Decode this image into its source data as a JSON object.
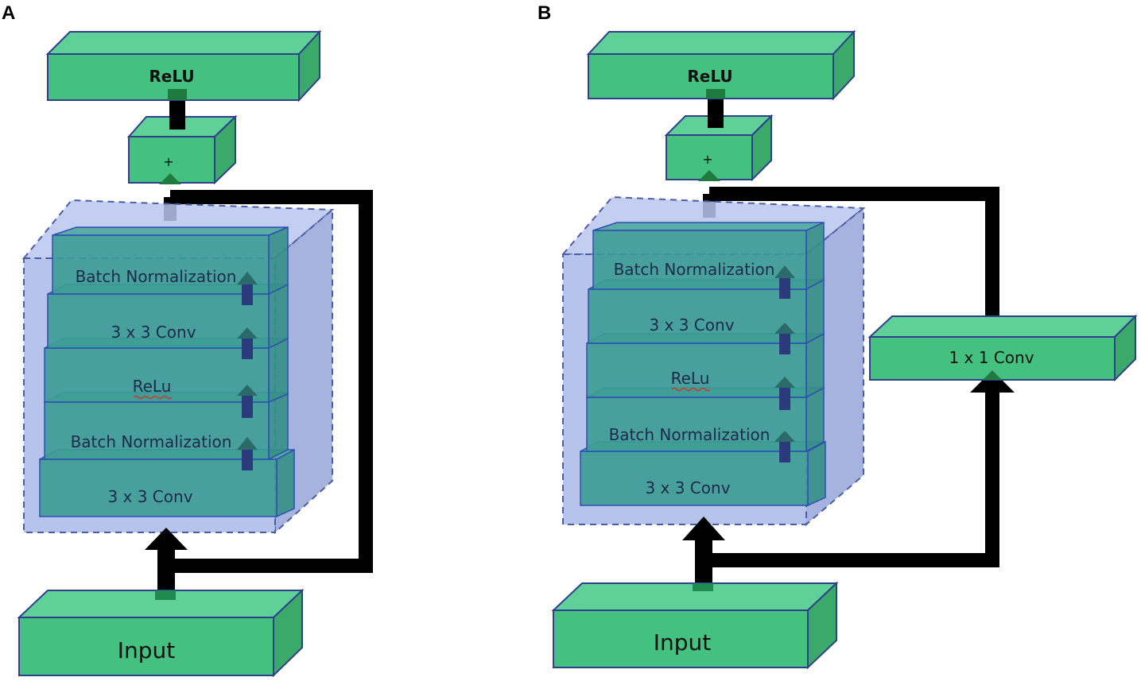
{
  "panels": [
    {
      "letter": "A",
      "output_label": "ReLU",
      "add_label": "+",
      "input_label": "Input",
      "block_layers": [
        "Batch Normalization",
        "3 x 3 Conv",
        "ReLu",
        "Batch Normalization",
        "3 x 3 Conv"
      ],
      "shortcut": "identity"
    },
    {
      "letter": "B",
      "output_label": "ReLU",
      "add_label": "+",
      "input_label": "Input",
      "block_layers": [
        "Batch Normalization",
        "3 x 3 Conv",
        "ReLu",
        "Batch Normalization",
        "3 x 3 Conv"
      ],
      "shortcut": "projection",
      "shortcut_label": "1 x 1 Conv"
    }
  ]
}
